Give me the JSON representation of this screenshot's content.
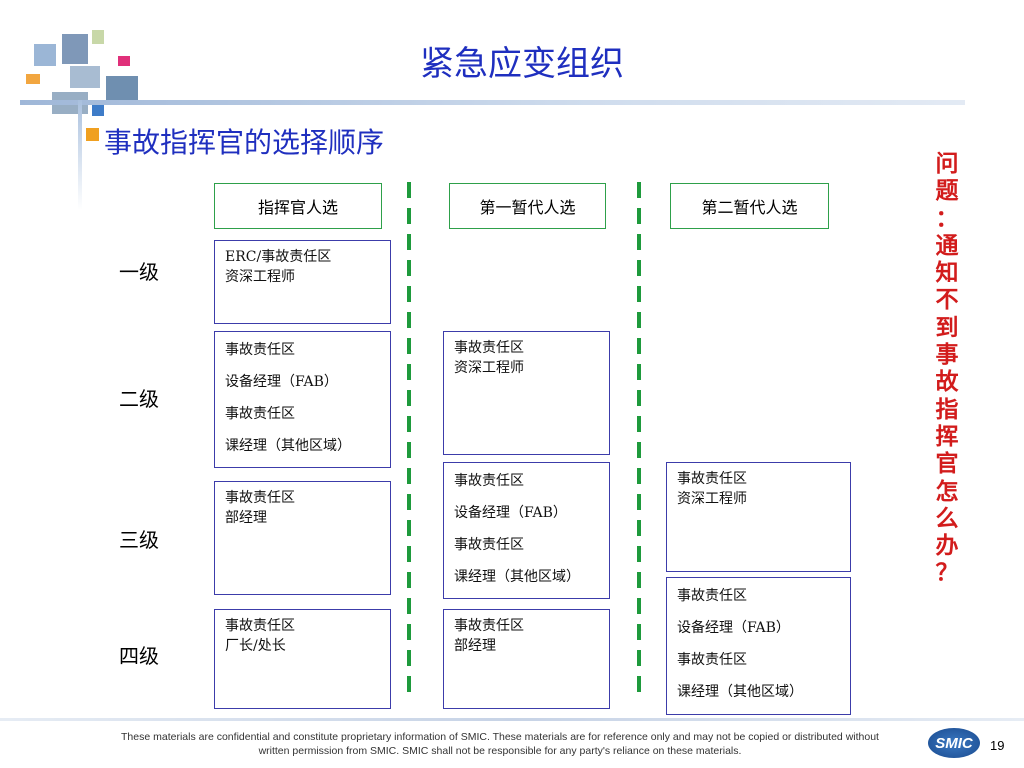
{
  "slide": {
    "title": "紧急应变组织",
    "subtitle": "事故指挥官的选择顺序",
    "page_number": "19"
  },
  "columns": {
    "col1": "指挥官人选",
    "col2": "第一暂代人选",
    "col3": "第二暂代人选"
  },
  "levels": {
    "l1": "一级",
    "l2": "二级",
    "l3": "三级",
    "l4": "四级"
  },
  "cells": {
    "c1_l1": [
      "ERC/事故责任区",
      "资深工程师"
    ],
    "c1_l2": [
      "事故责任区",
      "设备经理（FAB）",
      "事故责任区",
      "课经理（其他区域）"
    ],
    "c1_l3": [
      "事故责任区",
      "部经理"
    ],
    "c1_l4": [
      "事故责任区",
      "厂长/处长"
    ],
    "c2_l2": [
      "事故责任区",
      "资深工程师"
    ],
    "c2_l3": [
      "事故责任区",
      "设备经理（FAB）",
      "事故责任区",
      "课经理（其他区域）"
    ],
    "c2_l4": [
      "事故责任区",
      "部经理"
    ],
    "c3_l3": [
      "事故责任区",
      "资深工程师"
    ],
    "c3_l4": [
      "事故责任区",
      "设备经理（FAB）",
      "事故责任区",
      "课经理（其他区域）"
    ]
  },
  "question": [
    "问",
    "题",
    "：",
    "通",
    "知",
    "不",
    "到",
    "事",
    "故",
    "指",
    "挥",
    "官",
    "怎",
    "么",
    "办",
    "？"
  ],
  "footer": {
    "line1": "These materials are confidential and constitute proprietary information of SMIC.  These materials are for reference only and may not be copied or distributed without",
    "line2": "written permission from SMIC.  SMIC shall not be responsible for any party's reliance on these materials.",
    "logo_text": "SMIC"
  },
  "colors": {
    "title": "#1f2fbf",
    "question": "#d21c1c",
    "divider": "#1e9a3c",
    "header_border": "#2ea04a",
    "box_border": "#3c3caa"
  }
}
